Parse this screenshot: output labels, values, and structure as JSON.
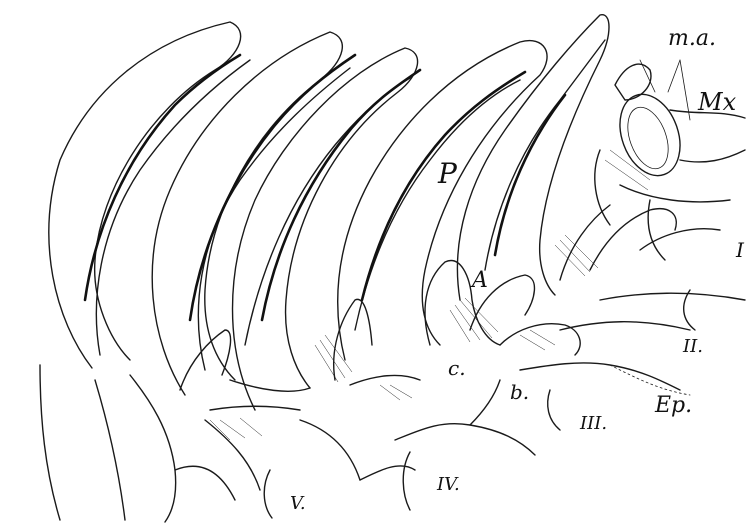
{
  "labels": {
    "ma": "m.a.",
    "mx": "Mx",
    "p": "P",
    "a": "A",
    "c": "c.",
    "b": "b.",
    "ep": "Ep.",
    "r1": "I",
    "r2": "II.",
    "r3": "III.",
    "r4": "IV.",
    "r5": "V."
  },
  "colors": {
    "ink": "#1a1a1a",
    "paper": "#ffffff"
  }
}
